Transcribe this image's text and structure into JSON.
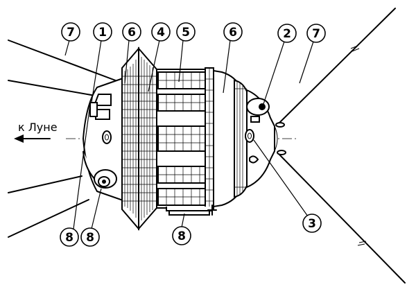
{
  "direction": {
    "label": "к Луне"
  },
  "callouts": [
    {
      "id": "c7a",
      "text": "7"
    },
    {
      "id": "c1",
      "text": "1"
    },
    {
      "id": "c6a",
      "text": "6"
    },
    {
      "id": "c4",
      "text": "4"
    },
    {
      "id": "c5",
      "text": "5"
    },
    {
      "id": "c6b",
      "text": "6"
    },
    {
      "id": "c2",
      "text": "2"
    },
    {
      "id": "c7b",
      "text": "7"
    },
    {
      "id": "c3",
      "text": "3"
    },
    {
      "id": "c8a",
      "text": "8"
    },
    {
      "id": "c8b",
      "text": "8"
    },
    {
      "id": "c8c",
      "text": "8"
    }
  ]
}
